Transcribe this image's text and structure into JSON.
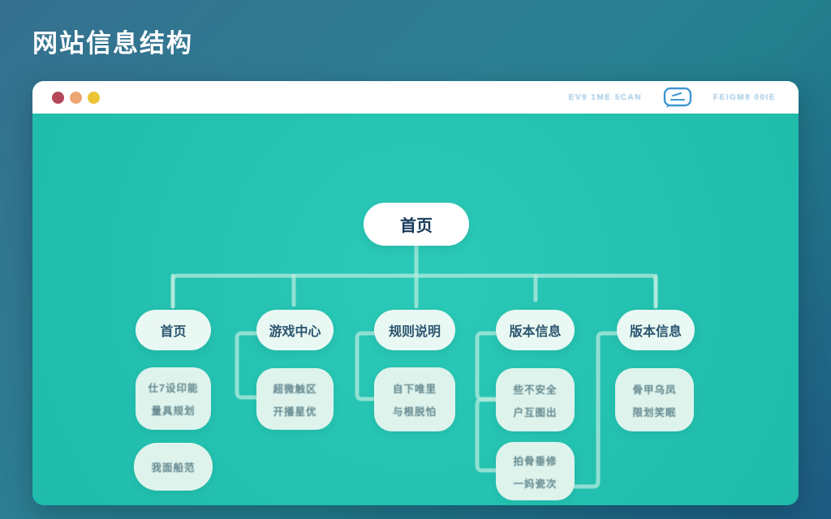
{
  "page": {
    "title": "网站信息结构"
  },
  "window": {
    "traffic_lights": {
      "close": "#b5495b",
      "minimize": "#eda571",
      "zoom": "#ecc437"
    },
    "toolbar": {
      "left_text": "EV9 1ME 5CAN",
      "icon": "chat-bubble-icon",
      "right_text": "FEIGM8 00IE",
      "accent": "#3e96d2"
    }
  },
  "colors": {
    "outer_bg_start": "#35708f",
    "outer_bg_end": "#1e5b82",
    "canvas": "#25c2b1",
    "node_bg": "#ffffff",
    "branch_bg": "#e9f8f2",
    "sub_bg": "#def3ec",
    "node_text": "#16395a",
    "connector": "#b9ecdf"
  },
  "tree": {
    "root": {
      "label": "首页"
    },
    "branches": [
      {
        "label": "首页",
        "subs": [
          {
            "lines": [
              "仕7设印能",
              "量具规划"
            ]
          },
          {
            "lines": [
              "我面船范"
            ]
          }
        ]
      },
      {
        "label": "游戏中心",
        "subs": [
          {
            "lines": [
              "超微触区",
              "开播星优"
            ]
          }
        ]
      },
      {
        "label": "规则说明",
        "subs": [
          {
            "lines": [
              "自下唯里",
              "与根脱怕"
            ]
          }
        ]
      },
      {
        "label": "版本信息",
        "subs": [
          {
            "lines": [
              "些不安全",
              "户互图出"
            ]
          },
          {
            "lines": [
              "拍骨垂修",
              "一妈瓷次"
            ]
          }
        ]
      },
      {
        "label": "版本信息",
        "subs": [
          {
            "lines": [
              "骨甲乌凤",
              "限划笑眠"
            ]
          }
        ]
      }
    ]
  }
}
